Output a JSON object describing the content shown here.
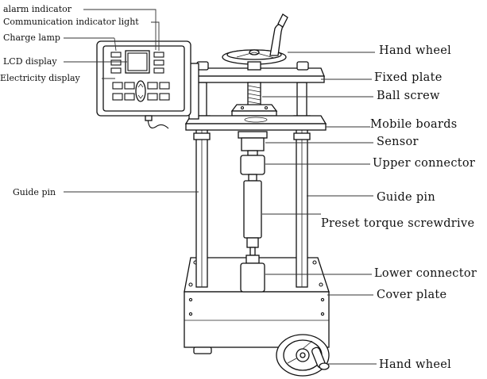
{
  "labels": {
    "alarm_indicator": "alarm indicator",
    "communication_indicator_light": "Communication indicator light",
    "charge_lamp": "Charge lamp",
    "lcd_display": "LCD display",
    "electricity_display": "Electricity display",
    "guide_pin_left": "Guide pin",
    "hand_wheel_top": "Hand wheel",
    "fixed_plate": "Fixed plate",
    "ball_screw": "Ball screw",
    "mobile_boards": "Mobile boards",
    "sensor": "Sensor",
    "upper_connector": "Upper connector",
    "guide_pin_right": "Guide pin",
    "preset_torque_screwdriver": "Preset torque screwdrive",
    "lower_connector": "Lower connector",
    "cover_plate": "Cover plate",
    "hand_wheel_bottom": "Hand wheel"
  },
  "colors": {
    "line": "#111111",
    "leader": "#333333",
    "background": "#ffffff"
  }
}
